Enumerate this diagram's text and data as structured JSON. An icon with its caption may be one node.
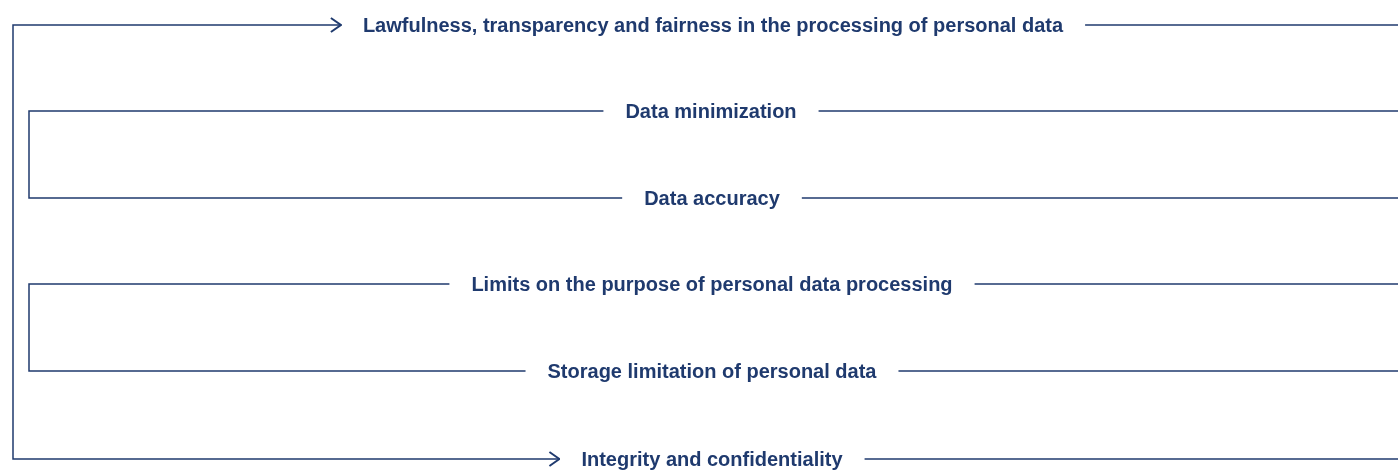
{
  "diagram": {
    "nodes": [
      {
        "text": [
          "Lawfulness, transparency and fairness in the processing of personal data"
        ]
      },
      {
        "text": [
          "Data minimization"
        ]
      },
      {
        "text": [
          "Data accuracy"
        ]
      },
      {
        "text": [
          "Limits on the purpose of personal data processing"
        ]
      },
      {
        "text": [
          "Storage limitation of personal data"
        ]
      },
      {
        "text": [
          "Integrity and confidentiality"
        ]
      }
    ],
    "edges": [
      {
        "from": 0,
        "to": 5,
        "arrow": "both"
      },
      {
        "from": 1,
        "to": 2,
        "arrow": "none"
      },
      {
        "from": 3,
        "to": 4,
        "arrow": "none"
      },
      {
        "from": 0,
        "to": null,
        "arrow": "none"
      },
      {
        "from": 1,
        "to": null,
        "arrow": "none"
      },
      {
        "from": 2,
        "to": null,
        "arrow": "none"
      },
      {
        "from": 3,
        "to": null,
        "arrow": "none"
      },
      {
        "from": 4,
        "to": null,
        "arrow": "none"
      },
      {
        "from": 5,
        "to": null,
        "arrow": "none"
      }
    ]
  }
}
